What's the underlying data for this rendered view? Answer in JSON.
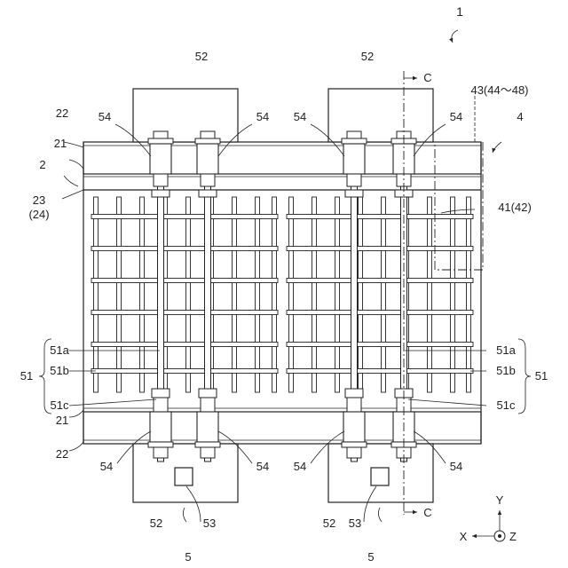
{
  "figure": {
    "number": "1",
    "labels": {
      "l52_top_left": "52",
      "l52_top_right": "52",
      "l52_bot_left": "52",
      "l52_bot_right": "52",
      "l53_left": "53",
      "l53_right": "53",
      "l5_left": "5",
      "l5_right": "5",
      "l54": "54",
      "l22_top": "22",
      "l22_bot": "22",
      "l21_top": "21",
      "l21_bot": "21",
      "l2": "2",
      "l23": "23",
      "l24": "(24)",
      "l4": "4",
      "l43": "43(44～48)",
      "l41": "41(42)",
      "l51_left": "51",
      "l51_right": "51",
      "l51a": "51a",
      "l51b": "51b",
      "l51c": "51c",
      "section_top": "C",
      "section_bot": "C",
      "axis_y": "Y",
      "axis_x": "X",
      "axis_z": "Z"
    }
  }
}
